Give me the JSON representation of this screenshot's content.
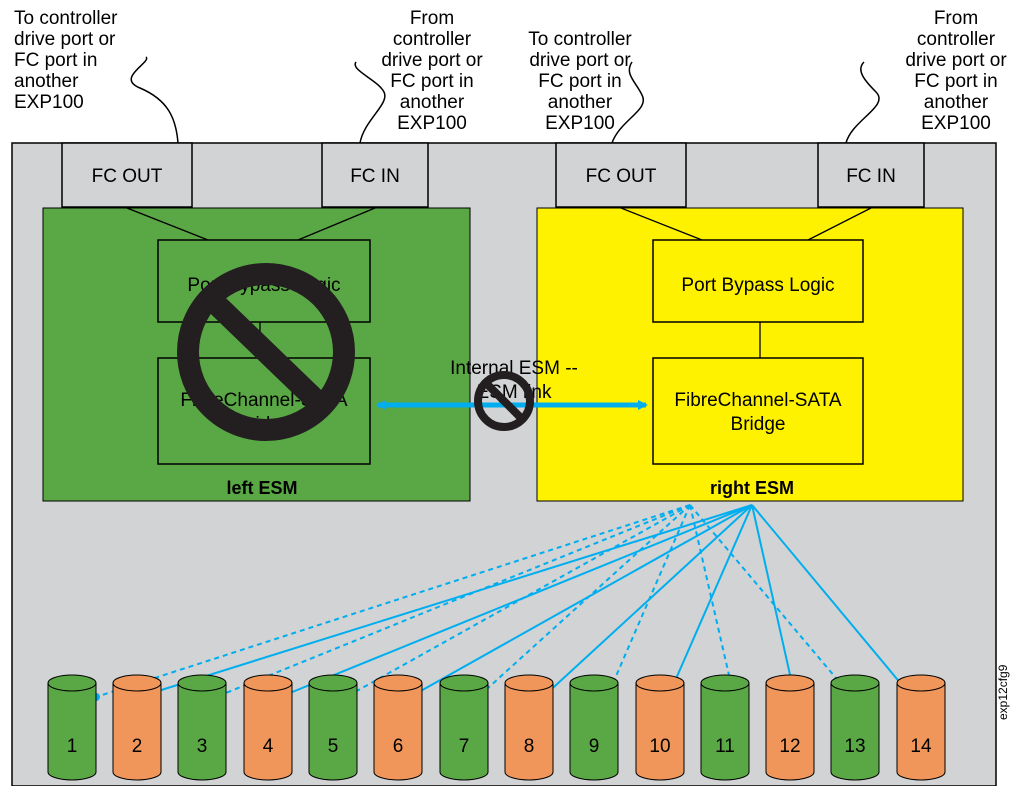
{
  "external_labels": {
    "out_left": "To controller\ndrive port or\nFC port in\nanother\nEXP100",
    "in_left": "From\ncontroller\ndrive port or\nFC port in\nanother\nEXP100",
    "out_right": "To controller\ndrive port or\nFC port in\nanother\nEXP100",
    "in_right": "From\ncontroller\ndrive port or\nFC port in\nanother\nEXP100"
  },
  "ports": {
    "left_out": "FC OUT",
    "left_in": "FC IN",
    "right_out": "FC OUT",
    "right_in": "FC IN"
  },
  "left_esm": {
    "label": "left ESM",
    "status": "failed",
    "logic": "Port Bypass Logic",
    "bridge_line1": "FibreChannel-SATA",
    "bridge_line2": "Bridge"
  },
  "right_esm": {
    "label": "right ESM",
    "status": "active",
    "logic": "Port Bypass Logic",
    "bridge_line1": "FibreChannel-SATA",
    "bridge_line2": "Bridge"
  },
  "link": {
    "line1": "Internal ESM --",
    "line2": "ESM link",
    "status": "blocked"
  },
  "drives": [
    "1",
    "2",
    "3",
    "4",
    "5",
    "6",
    "7",
    "8",
    "9",
    "10",
    "11",
    "12",
    "13",
    "14"
  ],
  "figure_id": "exp12cfg9",
  "colors": {
    "enclosure": "#d1d3d4",
    "left_esm": "#5aa845",
    "right_esm": "#fff200",
    "drive_green": "#5aa845",
    "drive_orange": "#f0965a",
    "link": "#00aeef"
  }
}
